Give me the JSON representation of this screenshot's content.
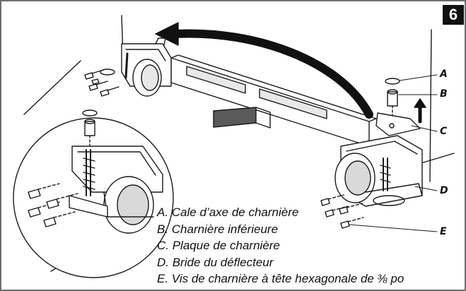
{
  "step_badge": "6",
  "callouts": {
    "a": "A",
    "b": "B",
    "c": "C",
    "d": "D",
    "e": "E"
  },
  "legend": [
    "A. Cale d’axe de charnière",
    "B. Charnière inférieure",
    "C. Plaque de charnière",
    "D. Bride du déflecteur",
    "E. Vis de charnière à tête hexagonale de ⅜ po"
  ],
  "colors": {
    "line": "#1a1a1a",
    "shade": "#d9d9d9",
    "frame": "#6e6e6e",
    "badge": "#111111"
  }
}
